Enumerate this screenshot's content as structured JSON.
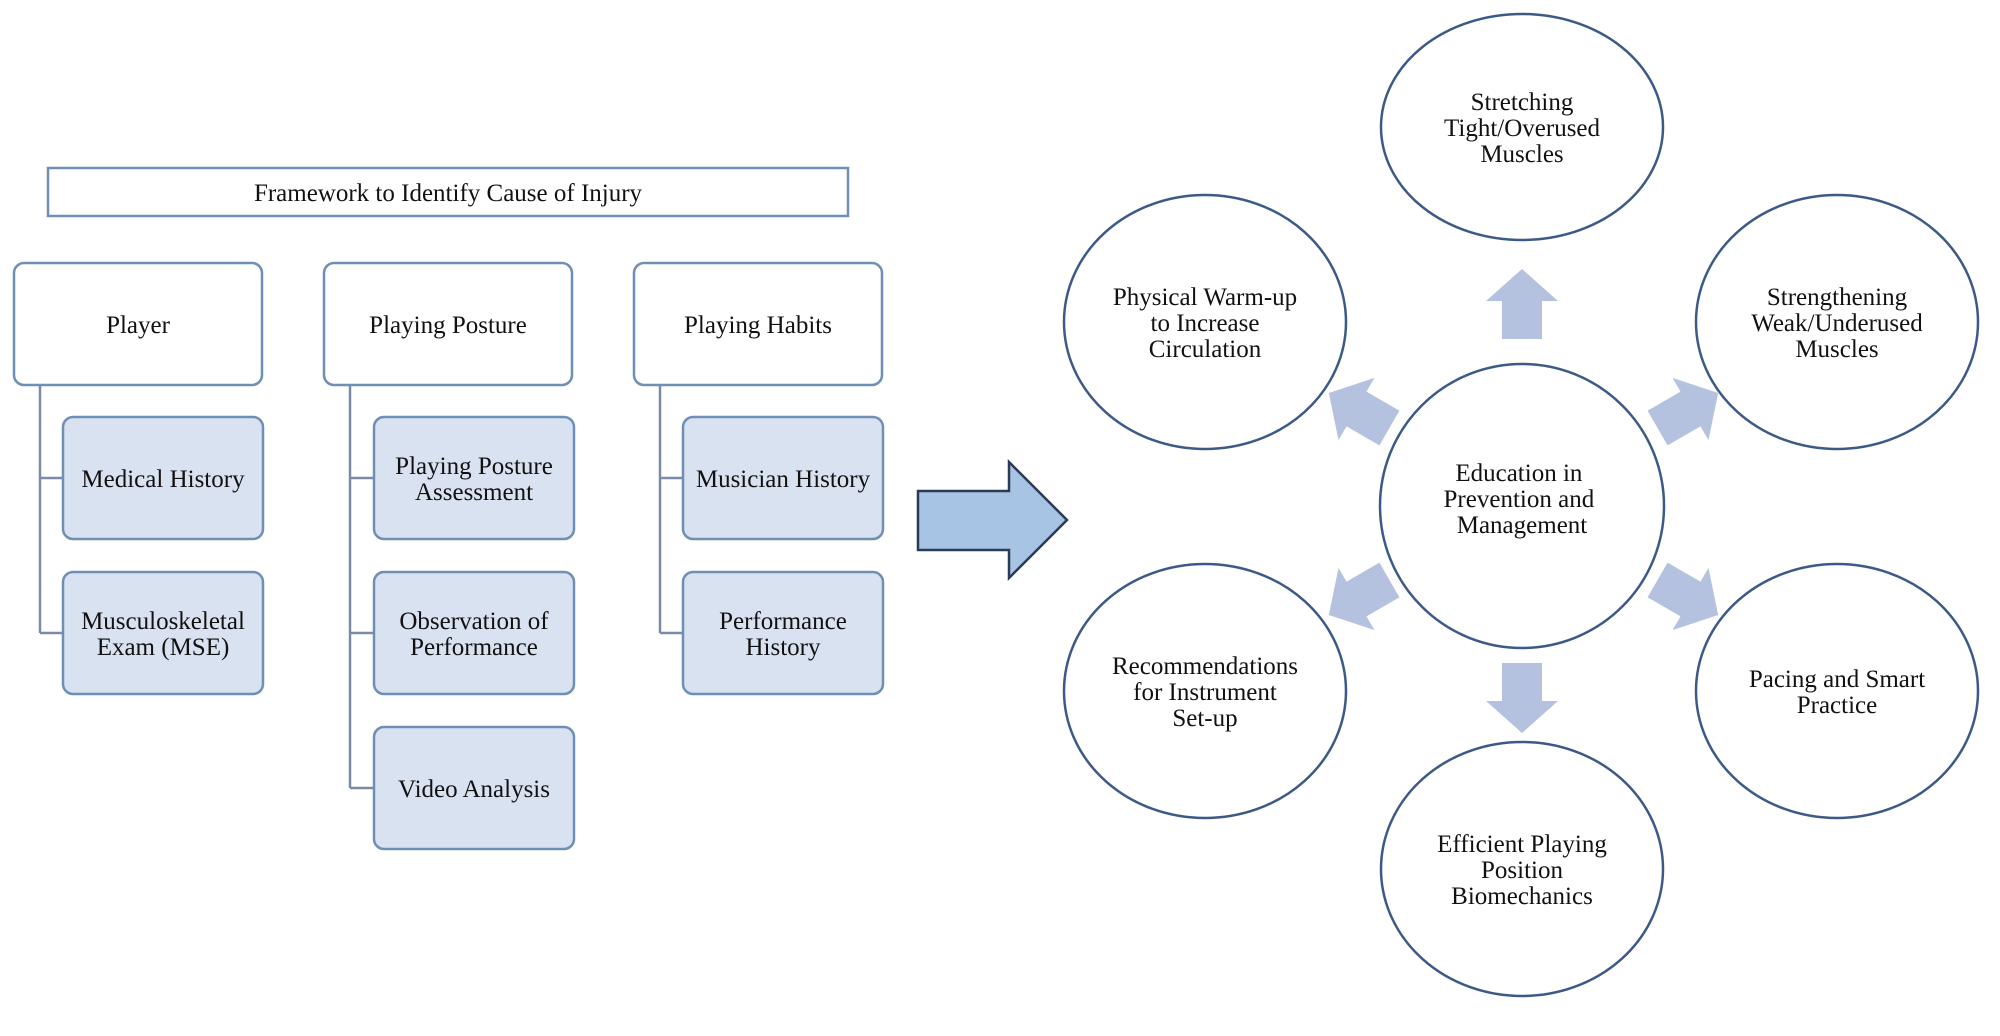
{
  "framework": {
    "title": "Framework to Identify Cause of Injury",
    "columns": [
      {
        "header": "Player",
        "items": [
          [
            "Medical History"
          ],
          [
            "Musculoskeletal",
            "Exam (MSE)"
          ]
        ]
      },
      {
        "header": "Playing Posture",
        "items": [
          [
            "Playing Posture",
            "Assessment"
          ],
          [
            "Observation of",
            "Performance"
          ],
          [
            "Video Analysis"
          ]
        ]
      },
      {
        "header": "Playing Habits",
        "items": [
          [
            "Musician History"
          ],
          [
            "Performance",
            "History"
          ]
        ]
      }
    ]
  },
  "cycle": {
    "center": [
      "Education in",
      "Prevention and",
      "Management"
    ],
    "nodes": [
      [
        "Stretching",
        "Tight/Overused",
        "Muscles"
      ],
      [
        "Strengthening",
        "Weak/Underused",
        "Muscles"
      ],
      [
        "Pacing and Smart",
        "Practice"
      ],
      [
        "Efficient Playing",
        "Position",
        "Biomechanics"
      ],
      [
        "Recommendations",
        "for Instrument",
        "Set-up"
      ],
      [
        "Physical Warm-up",
        "to Increase",
        "Circulation"
      ]
    ]
  },
  "colors": {
    "box_border": "#6f8fb5",
    "item_fill": "#d9e2f1",
    "connector": "#7a8aa8",
    "big_arrow_fill": "#a7c4e4",
    "big_arrow_stroke": "#2b3a55",
    "circle_stroke": "#3d5a87",
    "small_arrow_fill": "#b4c2e0"
  }
}
